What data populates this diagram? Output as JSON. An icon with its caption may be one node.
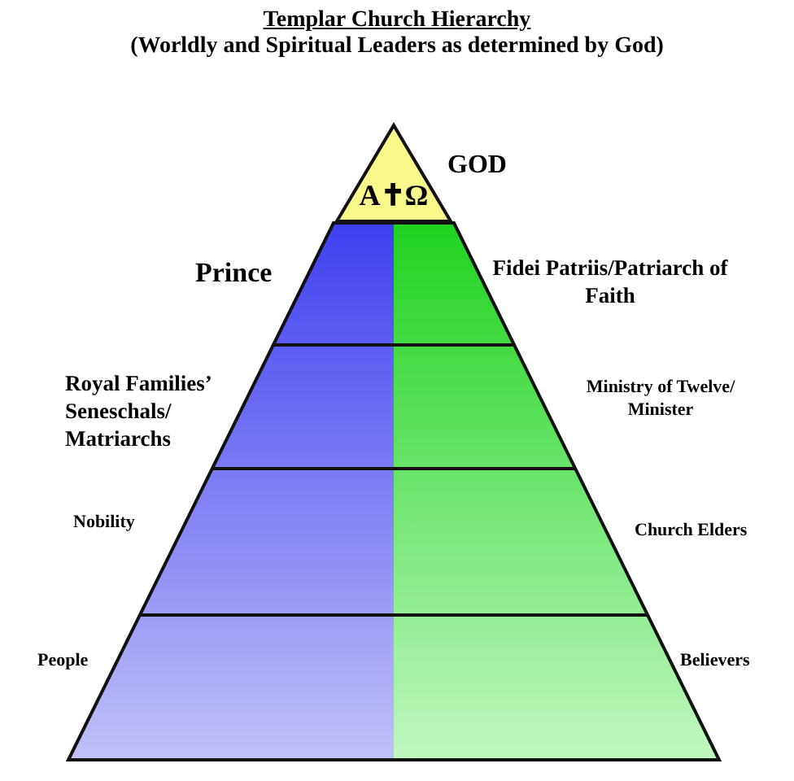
{
  "diagram": {
    "title": "Templar Church Hierarchy",
    "nodes": [
      {
        "text": [
          "A✝Ω"
        ],
        "beside": [
          "GOD"
        ]
      }
    ],
    "labels": [
      "(Worldly and Spiritual Leaders as determined by God)",
      "Prince",
      "Fidei Patriis/Patriarch of Faith",
      "Royal Families’ Seneschals/ Matriarchs",
      "Ministry of Twelve/ Minister",
      "Nobility",
      "Church Elders",
      "People",
      "Believers"
    ]
  }
}
